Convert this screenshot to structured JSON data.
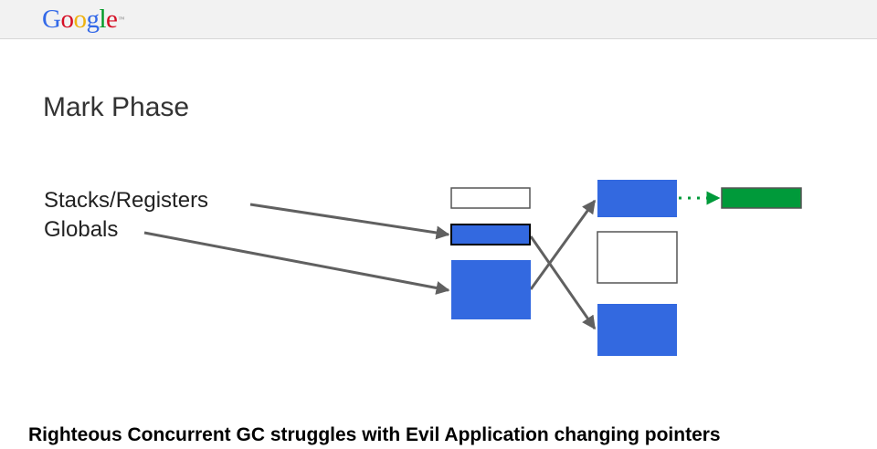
{
  "header": {
    "logo_letters": [
      {
        "ch": "G",
        "color": "#3369e8"
      },
      {
        "ch": "o",
        "color": "#d50f25"
      },
      {
        "ch": "o",
        "color": "#eeb211"
      },
      {
        "ch": "g",
        "color": "#3369e8"
      },
      {
        "ch": "l",
        "color": "#009925"
      },
      {
        "ch": "e",
        "color": "#d50f25"
      }
    ]
  },
  "slide": {
    "title": "Mark Phase",
    "root_labels": {
      "stacks": "Stacks/Registers",
      "globals": "Globals"
    },
    "caption": "Righteous Concurrent GC struggles with Evil Application changing pointers"
  },
  "colors": {
    "marked_blue": "#3369e0",
    "green": "#009a3a",
    "arrow_gray": "#606060",
    "outline": "#555555"
  }
}
